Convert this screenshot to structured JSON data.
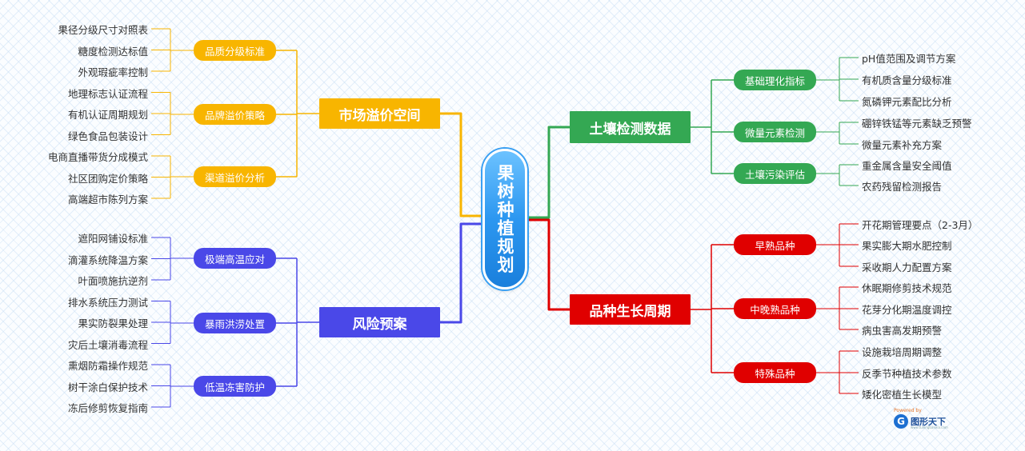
{
  "root": {
    "label": "果树种植规划",
    "color": "#2c97f0"
  },
  "branches": [
    {
      "label": "市场溢价空间",
      "color": "#f8b500",
      "subs": [
        {
          "label": "品质分级标准",
          "leaves": [
            "果径分级尺寸对照表",
            "糖度检测达标值",
            "外观瑕疵率控制"
          ]
        },
        {
          "label": "品牌溢价策略",
          "leaves": [
            "地理标志认证流程",
            "有机认证周期规划",
            "绿色食品包装设计"
          ]
        },
        {
          "label": "渠道溢价分析",
          "leaves": [
            "电商直播带货分成模式",
            "社区团购定价策略",
            "高端超市陈列方案"
          ]
        }
      ]
    },
    {
      "label": "风险预案",
      "color": "#4a48e8",
      "subs": [
        {
          "label": "极端高温应对",
          "leaves": [
            "遮阳网铺设标准",
            "滴灌系统降温方案",
            "叶面喷施抗逆剂"
          ]
        },
        {
          "label": "暴雨洪涝处置",
          "leaves": [
            "排水系统压力测试",
            "果实防裂果处理",
            "灾后土壤消毒流程"
          ]
        },
        {
          "label": "低温冻害防护",
          "leaves": [
            "熏烟防霜操作规范",
            "树干涂白保护技术",
            "冻后修剪恢复指南"
          ]
        }
      ]
    },
    {
      "label": "土壤检测数据",
      "color": "#34a853",
      "subs": [
        {
          "label": "基础理化指标",
          "leaves": [
            "pH值范围及调节方案",
            "有机质含量分级标准",
            "氮磷钾元素配比分析"
          ]
        },
        {
          "label": "微量元素检测",
          "leaves": [
            "硼锌铁锰等元素缺乏预警",
            "微量元素补充方案"
          ]
        },
        {
          "label": "土壤污染评估",
          "leaves": [
            "重金属含量安全阈值",
            "农药残留检测报告"
          ]
        }
      ]
    },
    {
      "label": "品种生长周期",
      "color": "#e00000",
      "subs": [
        {
          "label": "早熟品种",
          "leaves": [
            "开花期管理要点（2-3月）",
            "果实膨大期水肥控制",
            "采收期人力配置方案"
          ]
        },
        {
          "label": "中晚熟品种",
          "leaves": [
            "休眠期修剪技术规范",
            "花芽分化期温度调控",
            "病虫害高发期预警"
          ]
        },
        {
          "label": "特殊品种",
          "leaves": [
            "设施栽培周期调整",
            "反季节种植技术参数",
            "矮化密植生长模型"
          ]
        }
      ]
    }
  ],
  "watermark": {
    "powered": "Powered by",
    "brand": "图形天下",
    "url": "www.tuxingtianxia.com"
  }
}
